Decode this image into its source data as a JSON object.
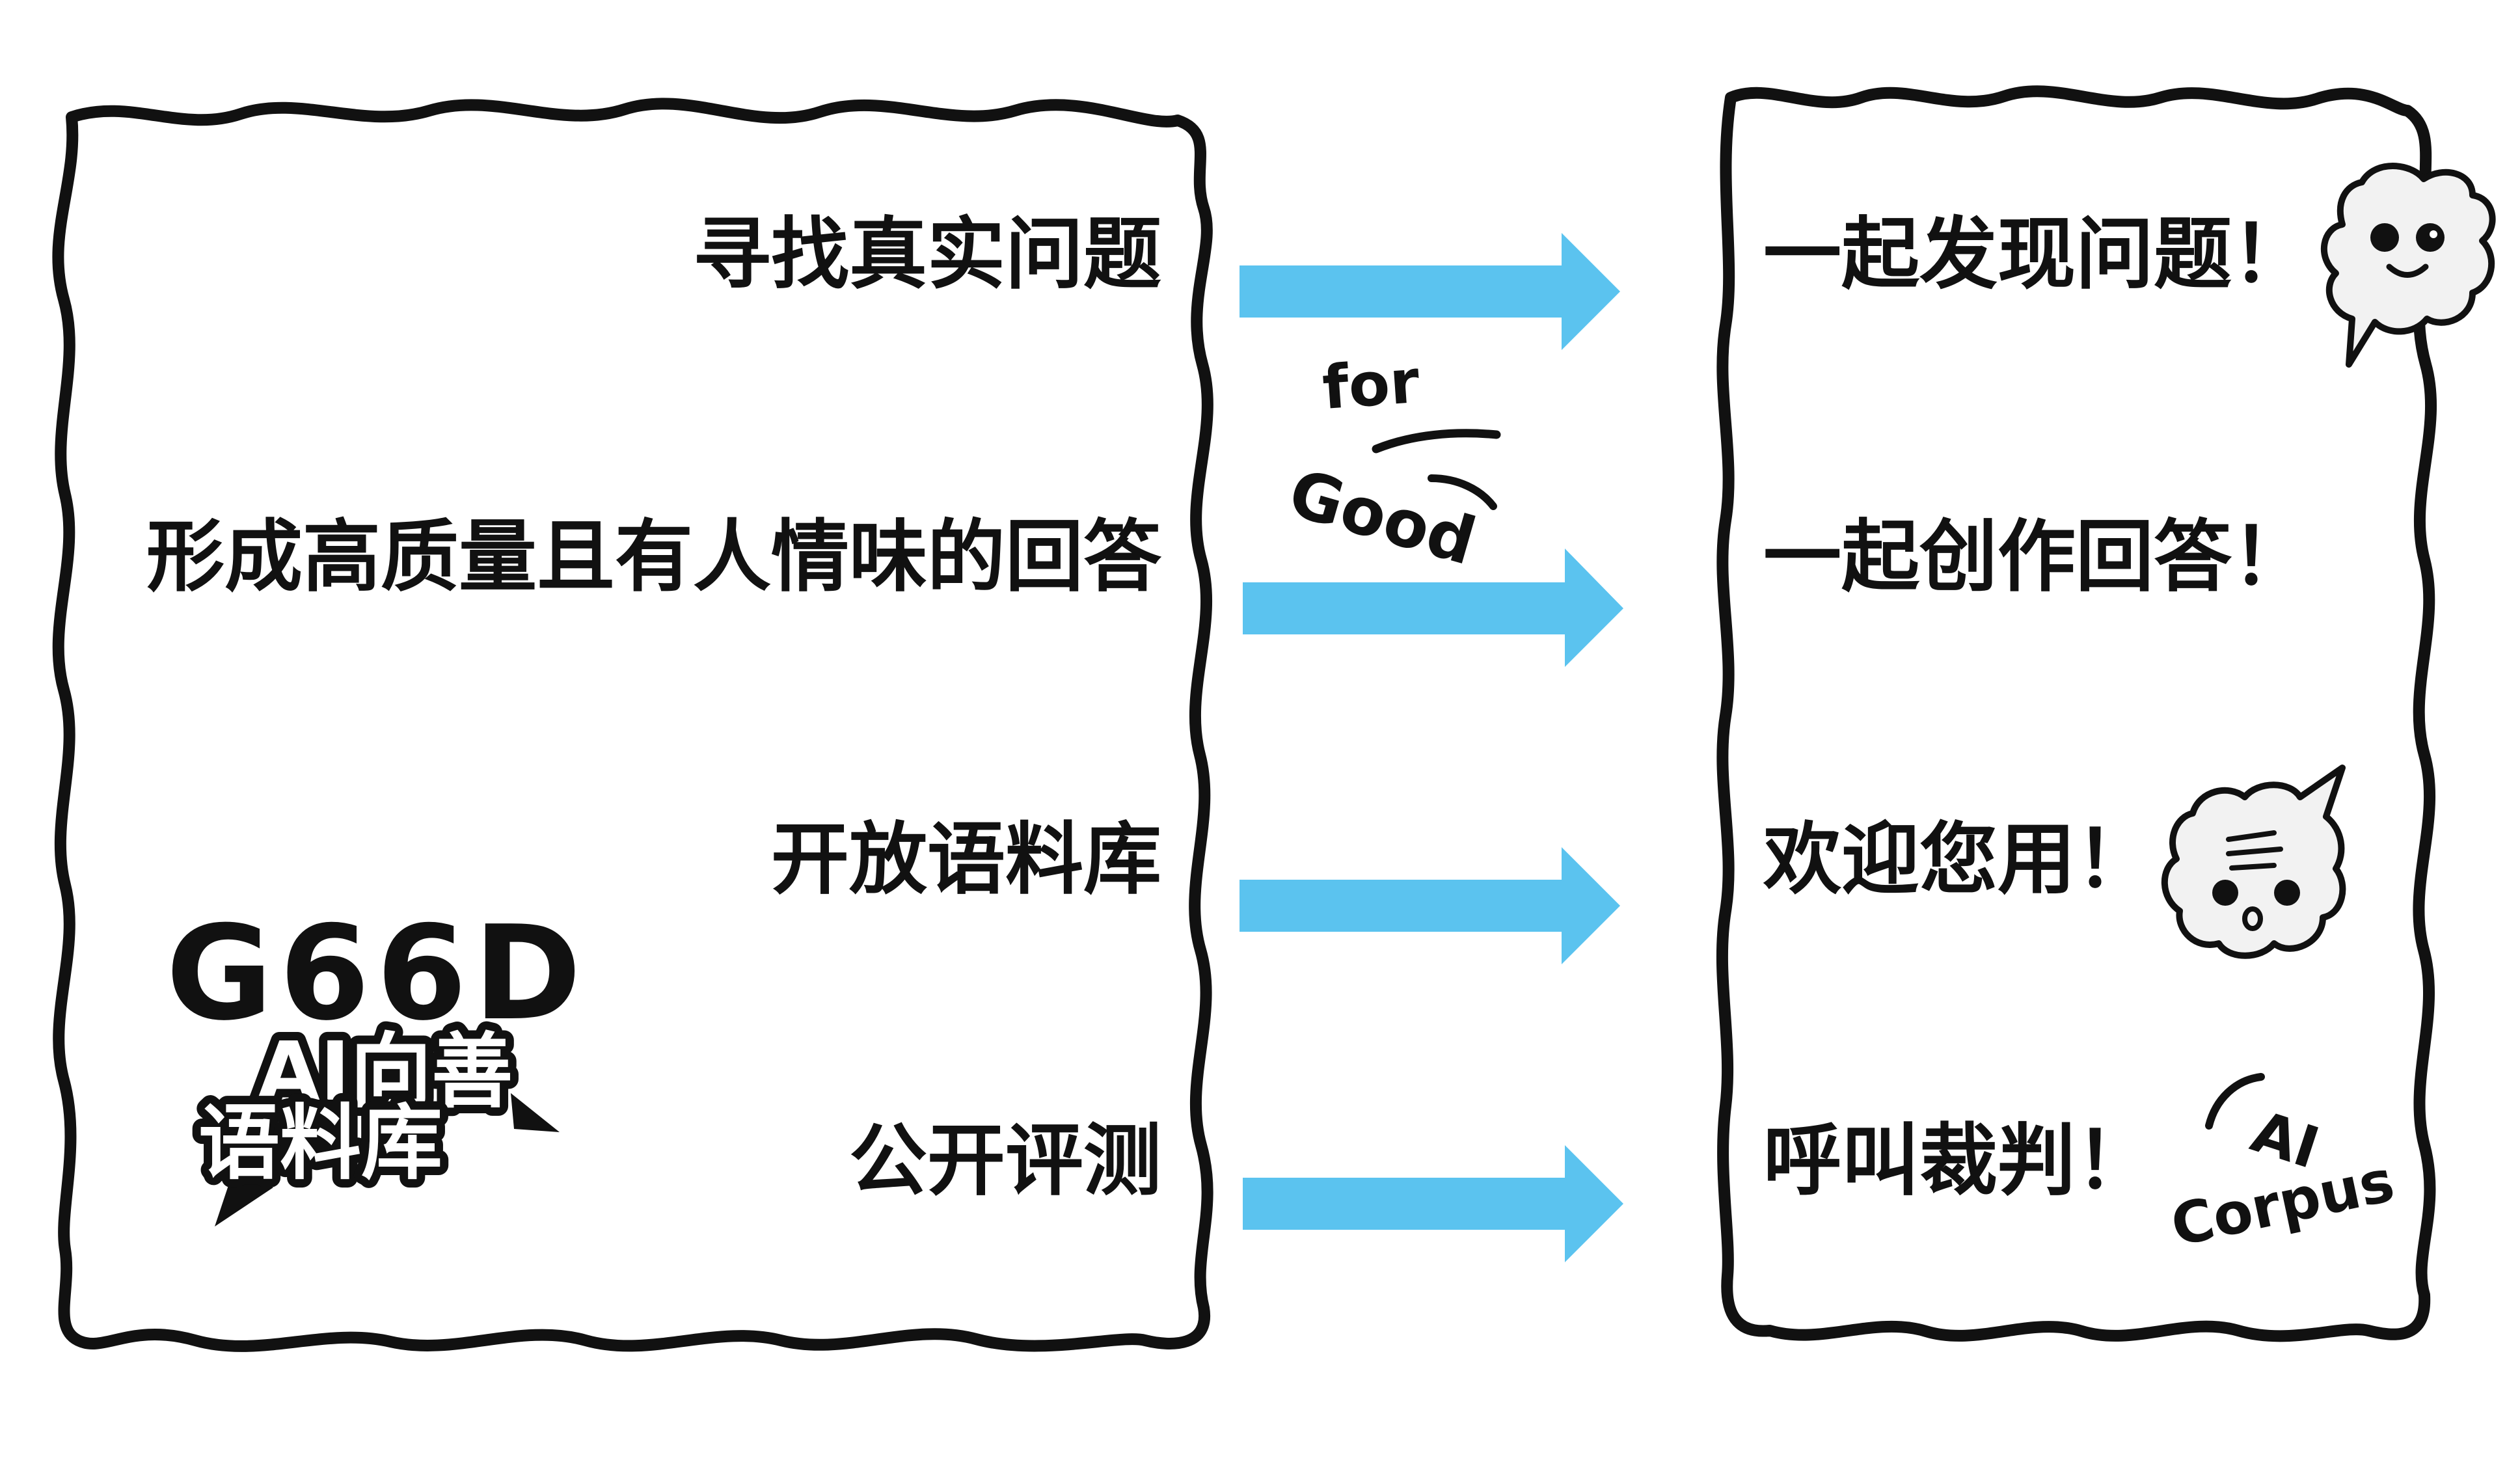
{
  "left_panel": {
    "items": [
      "寻找真实问题",
      "形成高质量且有人情味的回答",
      "开放语料库",
      "公开评测"
    ]
  },
  "right_panel": {
    "items": [
      "一起发现问题！",
      "一起创作回答！",
      "欢迎您用！",
      "呼叫裁判！"
    ]
  },
  "center_badge": {
    "line1": "for",
    "line2": "Good"
  },
  "logo": {
    "word": "G66D",
    "line2": "AI向善",
    "line3": "语料库"
  },
  "corner_badge": {
    "line1": "AI",
    "line2": "Corpus"
  },
  "colors": {
    "arrow": "#5BC3EF",
    "ink": "#111111",
    "background": "#FFFFFF"
  },
  "icons": [
    "right-arrow-icon",
    "speech-bubble-smiley-icon",
    "speech-bubble-surprised-icon"
  ]
}
